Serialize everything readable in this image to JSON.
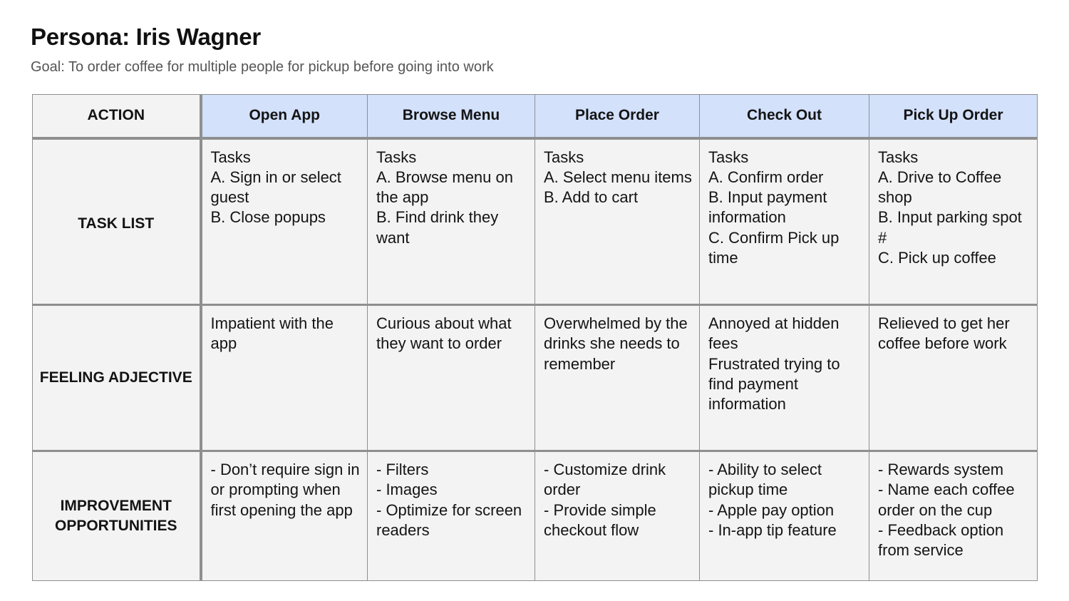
{
  "header": {
    "title": "Persona: Iris Wagner",
    "goal": "Goal: To order coffee for multiple people for pickup before going into work"
  },
  "table": {
    "corner_label": "ACTION",
    "stages": [
      "Open App",
      "Browse Menu",
      "Place Order",
      "Check Out",
      "Pick Up Order"
    ],
    "rows": [
      {
        "label": "TASK LIST",
        "cells": [
          "Tasks\nA. Sign in or select guest\nB. Close popups",
          "Tasks\nA. Browse menu on the app\nB. Find drink they want",
          "Tasks\nA. Select menu items\nB. Add to cart",
          "Tasks\nA. Confirm order\nB. Input payment information\nC. Confirm Pick up time",
          "Tasks\nA. Drive to Coffee shop\nB. Input parking spot #\nC. Pick up coffee"
        ]
      },
      {
        "label": "FEELING ADJECTIVE",
        "cells": [
          "Impatient with the app",
          "Curious about what they want to order",
          "Overwhelmed by the drinks she needs to remember",
          "Annoyed at hidden fees\nFrustrated trying to find payment information",
          "Relieved to get her coffee before work"
        ]
      },
      {
        "label": "IMPROVEMENT OPPORTUNITIES",
        "cells": [
          "- Don’t require sign in or prompting when first opening the app",
          "- Filters\n- Images\n- Optimize for screen readers",
          "- Customize drink order\n- Provide simple checkout flow",
          "- Ability to select pickup time\n- Apple pay option\n- In-app tip feature",
          "- Rewards system\n- Name each coffee order on the cup\n- Feedback option from service"
        ]
      }
    ]
  }
}
